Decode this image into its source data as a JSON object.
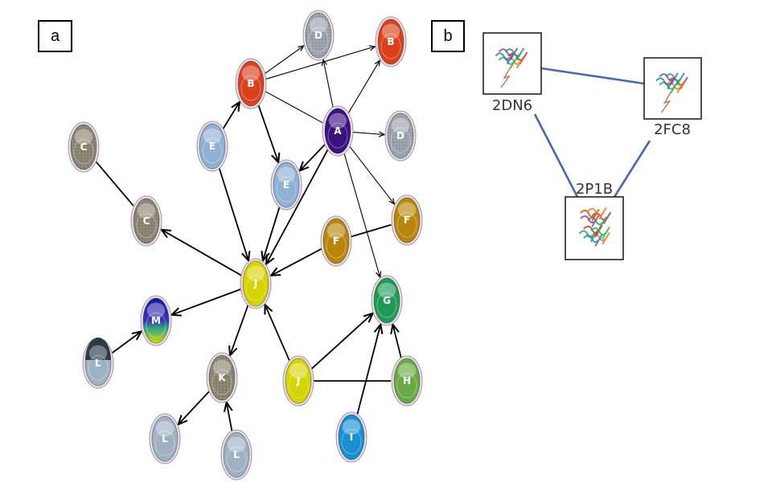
{
  "panels": {
    "a": {
      "label": "a"
    },
    "b": {
      "label": "b"
    }
  },
  "palette": {
    "red": "#d9401e",
    "silver": "#9aa3ad",
    "blue_gray": "#8fb1d6",
    "purple": "#3b1280",
    "olive_gray": "#8a8570",
    "gold": "#b8860b",
    "yellow": "#d6d400",
    "green": "#1e9a55",
    "light_green": "#6aa846",
    "cyan": "#1a8fd0",
    "gray_blue": "#9eb2c4",
    "rainbow": "#2a28a8",
    "edge": "#000000",
    "b_edge": "#4a66b5"
  },
  "network_a": {
    "nodes": [
      {
        "id": "D1",
        "label": "D",
        "color": "silver"
      },
      {
        "id": "B1",
        "label": "B",
        "color": "red"
      },
      {
        "id": "B2",
        "label": "B",
        "color": "red"
      },
      {
        "id": "A",
        "label": "A",
        "color": "purple"
      },
      {
        "id": "D2",
        "label": "D",
        "color": "silver"
      },
      {
        "id": "E1",
        "label": "E",
        "color": "blue_gray"
      },
      {
        "id": "E2",
        "label": "E",
        "color": "blue_gray"
      },
      {
        "id": "C1",
        "label": "C",
        "color": "olive_gray"
      },
      {
        "id": "C2",
        "label": "C",
        "color": "olive_gray"
      },
      {
        "id": "F1",
        "label": "F",
        "color": "gold"
      },
      {
        "id": "F2",
        "label": "F",
        "color": "gold"
      },
      {
        "id": "J1",
        "label": "J",
        "color": "yellow"
      },
      {
        "id": "M",
        "label": "M",
        "color": "rainbow"
      },
      {
        "id": "G",
        "label": "G",
        "color": "green"
      },
      {
        "id": "L1",
        "label": "L",
        "color": "gray_blue"
      },
      {
        "id": "K",
        "label": "K",
        "color": "olive_gray"
      },
      {
        "id": "J2",
        "label": "J",
        "color": "yellow"
      },
      {
        "id": "H",
        "label": "H",
        "color": "light_green"
      },
      {
        "id": "L2",
        "label": "L",
        "color": "gray_blue"
      },
      {
        "id": "L3",
        "label": "L",
        "color": "gray_blue"
      },
      {
        "id": "I",
        "label": "I",
        "color": "cyan"
      }
    ],
    "edges": [
      {
        "from": "B1",
        "to": "D1",
        "arrow": true
      },
      {
        "from": "B1",
        "to": "B2",
        "arrow": true
      },
      {
        "from": "B1",
        "to": "A",
        "arrow": false
      },
      {
        "from": "B1",
        "to": "E2",
        "arrow": true
      },
      {
        "from": "E1",
        "to": "B1",
        "arrow": true
      },
      {
        "from": "A",
        "to": "D1",
        "arrow": true
      },
      {
        "from": "A",
        "to": "B2",
        "arrow": true
      },
      {
        "from": "A",
        "to": "D2",
        "arrow": true
      },
      {
        "from": "A",
        "to": "E2",
        "arrow": true
      },
      {
        "from": "A",
        "to": "F2",
        "arrow": true
      },
      {
        "from": "A",
        "to": "G",
        "arrow": true
      },
      {
        "from": "A",
        "to": "J1",
        "arrow": true
      },
      {
        "from": "C1",
        "to": "C2",
        "arrow": false
      },
      {
        "from": "E1",
        "to": "J1",
        "arrow": true
      },
      {
        "from": "E2",
        "to": "J1",
        "arrow": true
      },
      {
        "from": "J1",
        "to": "C2",
        "arrow": true
      },
      {
        "from": "F1",
        "to": "J1",
        "arrow": true
      },
      {
        "from": "F1",
        "to": "F2",
        "arrow": false
      },
      {
        "from": "J1",
        "to": "M",
        "arrow": true
      },
      {
        "from": "L1",
        "to": "M",
        "arrow": true
      },
      {
        "from": "J1",
        "to": "K",
        "arrow": true
      },
      {
        "from": "J2",
        "to": "J1",
        "arrow": true
      },
      {
        "from": "J2",
        "to": "G",
        "arrow": true
      },
      {
        "from": "J2",
        "to": "H",
        "arrow": false
      },
      {
        "from": "H",
        "to": "G",
        "arrow": true
      },
      {
        "from": "I",
        "to": "G",
        "arrow": true
      },
      {
        "from": "K",
        "to": "L2",
        "arrow": true
      },
      {
        "from": "L3",
        "to": "K",
        "arrow": true
      }
    ]
  },
  "network_b": {
    "nodes": [
      {
        "id": "2DN6",
        "label": "2DN6",
        "glyph": "protein-structure-icon"
      },
      {
        "id": "2FC8",
        "label": "2FC8",
        "glyph": "protein-structure-icon"
      },
      {
        "id": "2P1B",
        "label": "2P1B",
        "glyph": "protein-complex-icon"
      }
    ],
    "edges": [
      {
        "from": "2DN6",
        "to": "2FC8"
      },
      {
        "from": "2DN6",
        "to": "2P1B"
      },
      {
        "from": "2FC8",
        "to": "2P1B"
      }
    ]
  }
}
